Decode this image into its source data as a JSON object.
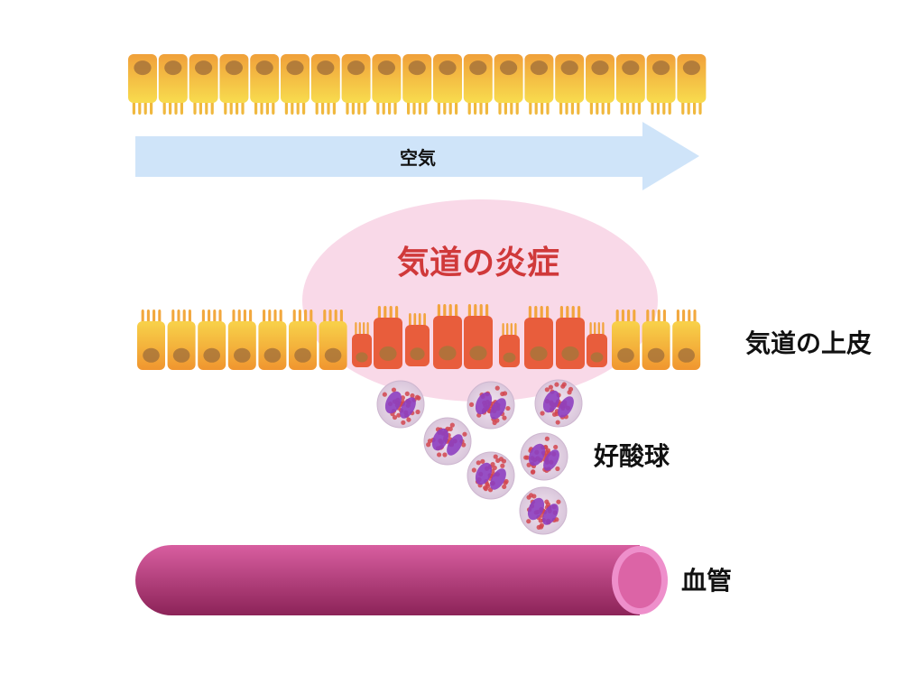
{
  "labels": {
    "air": "空気",
    "inflammation": "気道の炎症",
    "epithelium": "気道の上皮",
    "eosinophil": "好酸球",
    "blood_vessel": "血管"
  },
  "colors": {
    "cell_top": "#f0a03a",
    "cell_bottom": "#f8dc4e",
    "inflamed_cell": "#e85d3c",
    "nucleus": "#a8743a",
    "arrow": "#cfe4f9",
    "inflammation_area": "#f9d9e8",
    "inflammation_text": "#d0393a",
    "vessel_light": "#d85ea0",
    "vessel_dark": "#8c2358"
  }
}
